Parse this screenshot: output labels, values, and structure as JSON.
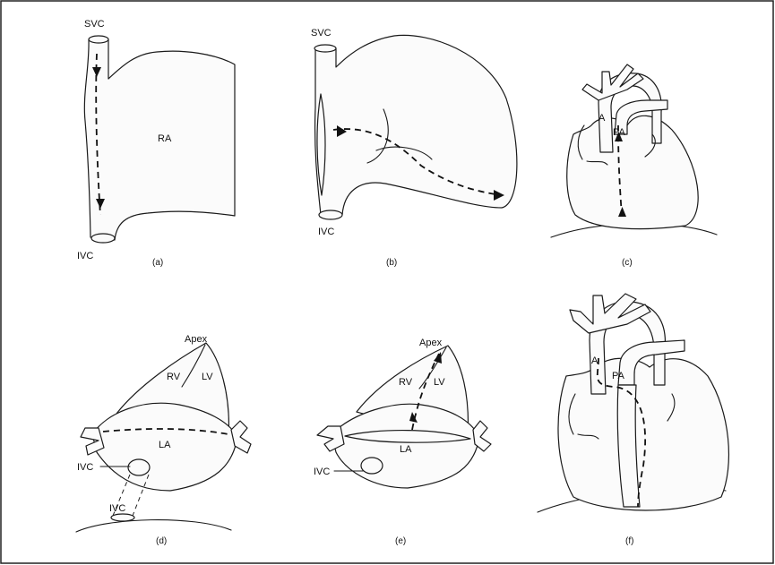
{
  "panels": {
    "a": {
      "caption": "(a)",
      "labels": {
        "svc": "SVC",
        "ra": "RA",
        "ivc": "IVC"
      }
    },
    "b": {
      "caption": "(b)",
      "labels": {
        "svc": "SVC",
        "ivc": "IVC"
      }
    },
    "c": {
      "caption": "(c)",
      "labels": {
        "a": "A",
        "pa": "PA"
      }
    },
    "d": {
      "caption": "(d)",
      "labels": {
        "apex": "Apex",
        "rv": "RV",
        "lv": "LV",
        "la": "LA",
        "ivc_upper": "IVC",
        "ivc_lower": "IVC"
      }
    },
    "e": {
      "caption": "(e)",
      "labels": {
        "apex": "Apex",
        "rv": "RV",
        "lv": "LV",
        "la": "LA",
        "ivc": "IVC"
      }
    },
    "f": {
      "caption": "(f)",
      "labels": {
        "a": "A",
        "pa": "PA"
      }
    }
  }
}
